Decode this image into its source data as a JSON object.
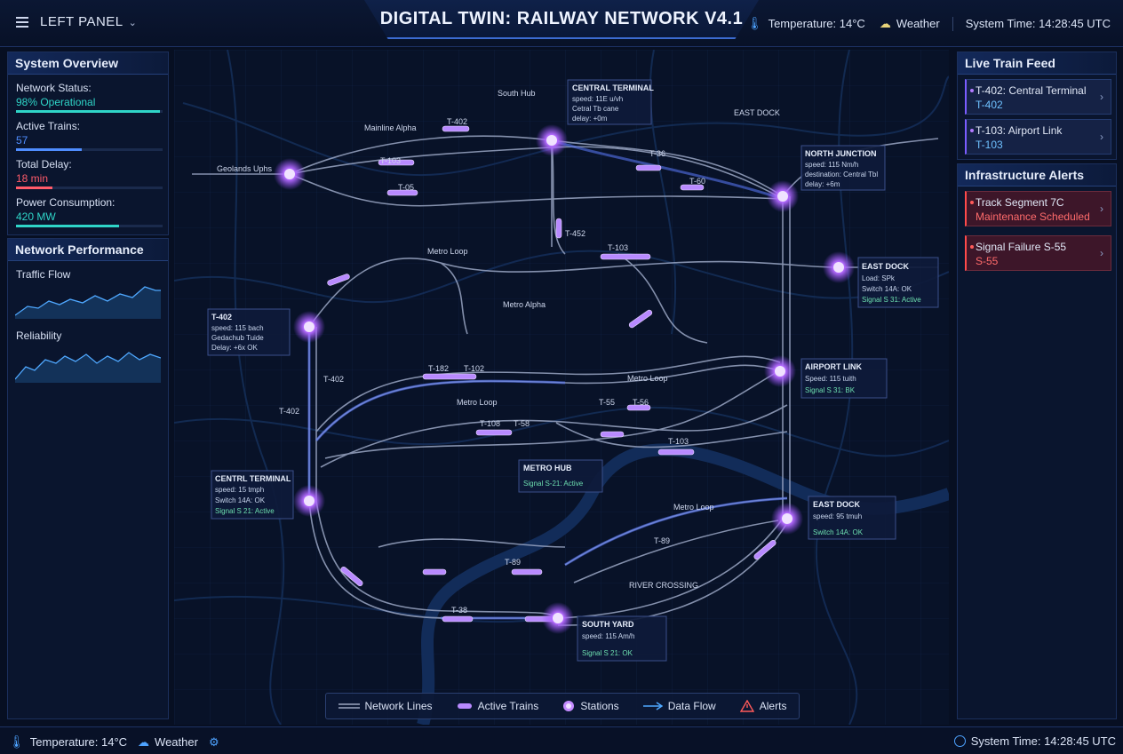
{
  "header": {
    "left_panel_label": "LEFT PANEL",
    "title": "DIGITAL TWIN: RAILWAY NETWORK V4.1",
    "temperature": "Temperature: 14°C",
    "weather": "Weather",
    "system_time": "System Time: 14:28:45 UTC"
  },
  "system_overview": {
    "title": "System Overview",
    "metrics": [
      {
        "label": "Network Status:",
        "value": "98% Operational",
        "fraction": 0.98,
        "color": "#2fd5c8"
      },
      {
        "label": "Active Trains:",
        "value": "57",
        "fraction": 0.45,
        "color": "#4f8dff"
      },
      {
        "label": "Total Delay:",
        "value": "18 min",
        "fraction": 0.25,
        "color": "#ff5b6a"
      },
      {
        "label": "Power Consumption:",
        "value": "420 MW",
        "fraction": 0.7,
        "color": "#2fd5c8"
      }
    ]
  },
  "network_performance": {
    "title": "Network Performance",
    "traffic_flow_label": "Traffic Flow",
    "reliability_label": "Reliability"
  },
  "live_train_feed": {
    "title": "Live Train Feed",
    "items": [
      {
        "line1": "T-402: Central Terminal",
        "line2": "T-402"
      },
      {
        "line1": "T-103: Airport Link",
        "line2": "T-103"
      }
    ]
  },
  "infrastructure_alerts": {
    "title": "Infrastructure Alerts",
    "items": [
      {
        "line1": "Track Segment 7C",
        "line2": "Maintenance Scheduled"
      },
      {
        "line1": "Signal Failure S-55",
        "line2": "S-55"
      }
    ]
  },
  "map": {
    "callouts": {
      "central_top": {
        "title": "CENTRAL TERMINAL",
        "l1": "speed: 11E u/vh",
        "l2": "Cetral Tb cane",
        "l3": "delay: +0m"
      },
      "north_junction": {
        "title": "NORTH JUNCTION",
        "l1": "speed: 115 Nm/h",
        "l2": "destination: Central Tbl",
        "l3": "delay: +6m"
      },
      "east_dock_1": {
        "title": "EAST DOCK",
        "l1": "Load:    SPk",
        "l2": "Switch 14A: OK",
        "l3": "Signal S 31: Active"
      },
      "airport_link": {
        "title": "AIRPORT LINK",
        "l1": "Speed: 115 tuith",
        "l2": "Signal S 31: BK"
      },
      "t402": {
        "title": "T-402",
        "l1": "speed: 115 bach",
        "l2": "Gedachub Tuide",
        "l3": "Delay: +6x OK"
      },
      "central_left": {
        "title": "CENTRL TERMINAL",
        "l1": "speed: 15 tmph",
        "l2": "Switch 14A: OK",
        "l3": "Signal S 21: Active"
      },
      "metro_hub": {
        "title": "METRO HUB",
        "l1": "Signal S-21: Active"
      },
      "east_dock_2": {
        "title": "EAST DOCK",
        "l1": "speed: 95 tmuh",
        "l2": "Switch 14A: OK"
      },
      "south_yard": {
        "title": "SOUTH YARD",
        "l1": "speed: 115 Am/h",
        "l2": "Signal S 21: OK"
      }
    },
    "line_labels": {
      "mainline_alpha": "Mainline Alpha",
      "metro_loop_a": "Metro Loop",
      "metro_loop_b": "Metro Loop",
      "metro_loop_c": "Metro Loop",
      "metro_loop_d": "Metro Loop",
      "metro_alpha": "Metro Alpha",
      "river_crossing": "RIVER CROSSING",
      "east_dock_small": "EAST DOCK",
      "goldlands": "Geolands Uphs",
      "south_hub_top": "South Hub"
    },
    "train_labels": {
      "t402_top": "T-402",
      "t103_top": "T-103",
      "t36": "T-36",
      "t60": "T-60",
      "t05": "T-05",
      "t452": "T-452",
      "t103_mid": "T-103",
      "t182": "T-182",
      "t102": "T-102",
      "t55": "T-55",
      "t56": "T-56",
      "t108": "T-108",
      "t58": "T-58",
      "t103_low": "T-103",
      "t89": "T-89",
      "t89b": "T-89",
      "t38": "T-38",
      "t402_left": "T-402",
      "t402_left2": "T-402"
    }
  },
  "legend": {
    "network_lines": "Network Lines",
    "active_trains": "Active Trains",
    "stations": "Stations",
    "data_flow": "Data Flow",
    "alerts": "Alerts"
  },
  "footer": {
    "temperature": "Temperature: 14°C",
    "weather": "Weather",
    "system_time": "System Time: 14:28:45 UTC"
  }
}
